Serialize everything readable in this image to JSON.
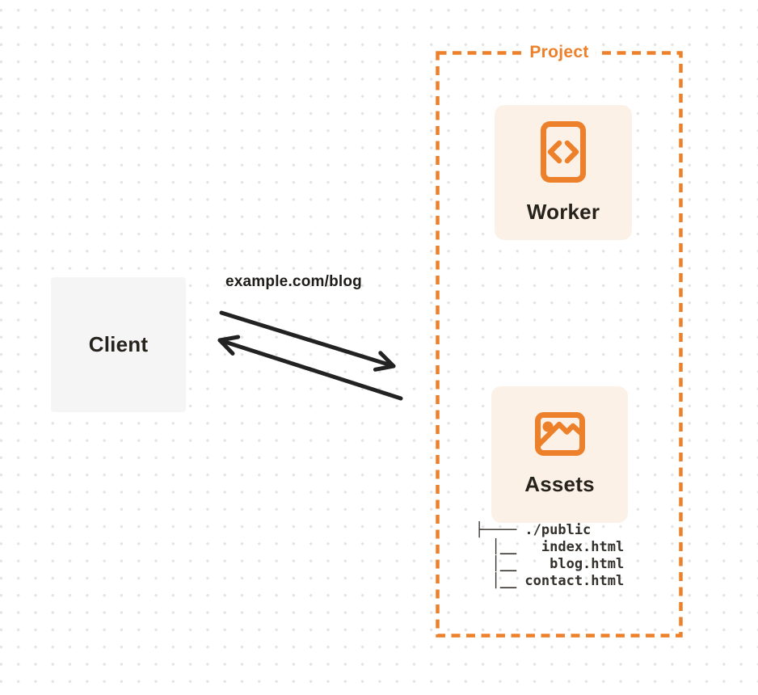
{
  "client": {
    "label": "Client"
  },
  "request": {
    "url_label": "example.com/blog"
  },
  "project": {
    "label": "Project",
    "worker": {
      "label": "Worker",
      "icon": "code-file-icon"
    },
    "assets": {
      "label": "Assets",
      "icon": "image-icon",
      "file_tree": "├──── ./public\n  │__   index.html\n  │__    blog.html\n  │__ contact.html"
    }
  },
  "colors": {
    "accent_orange": "#ED812B",
    "card_background": "#FCF1E6",
    "client_background": "#F5F5F6",
    "arrow": "#222222"
  }
}
